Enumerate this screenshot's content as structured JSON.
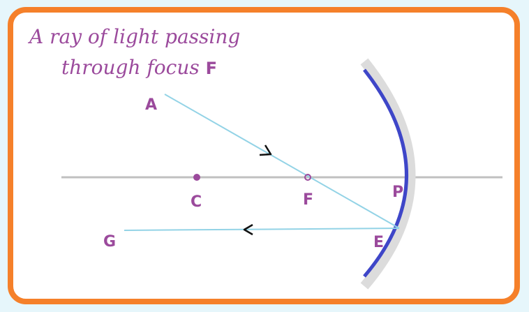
{
  "title": {
    "line1": "A ray of light passing",
    "line2_prefix": "through focus ",
    "line2_bold": "F"
  },
  "points": {
    "A": "A",
    "C": "C",
    "F": "F",
    "P": "P",
    "E": "E",
    "G": "G"
  },
  "colors": {
    "background": "#e6f6fb",
    "border": "#f5802a",
    "panel": "#ffffff",
    "text": "#9b4a9c",
    "ray": "#93d3e6",
    "axis": "#c0c0c0",
    "mirror": "#3e46c8",
    "mirror_shadow": "#dcdcdc",
    "arrow": "#111111"
  }
}
